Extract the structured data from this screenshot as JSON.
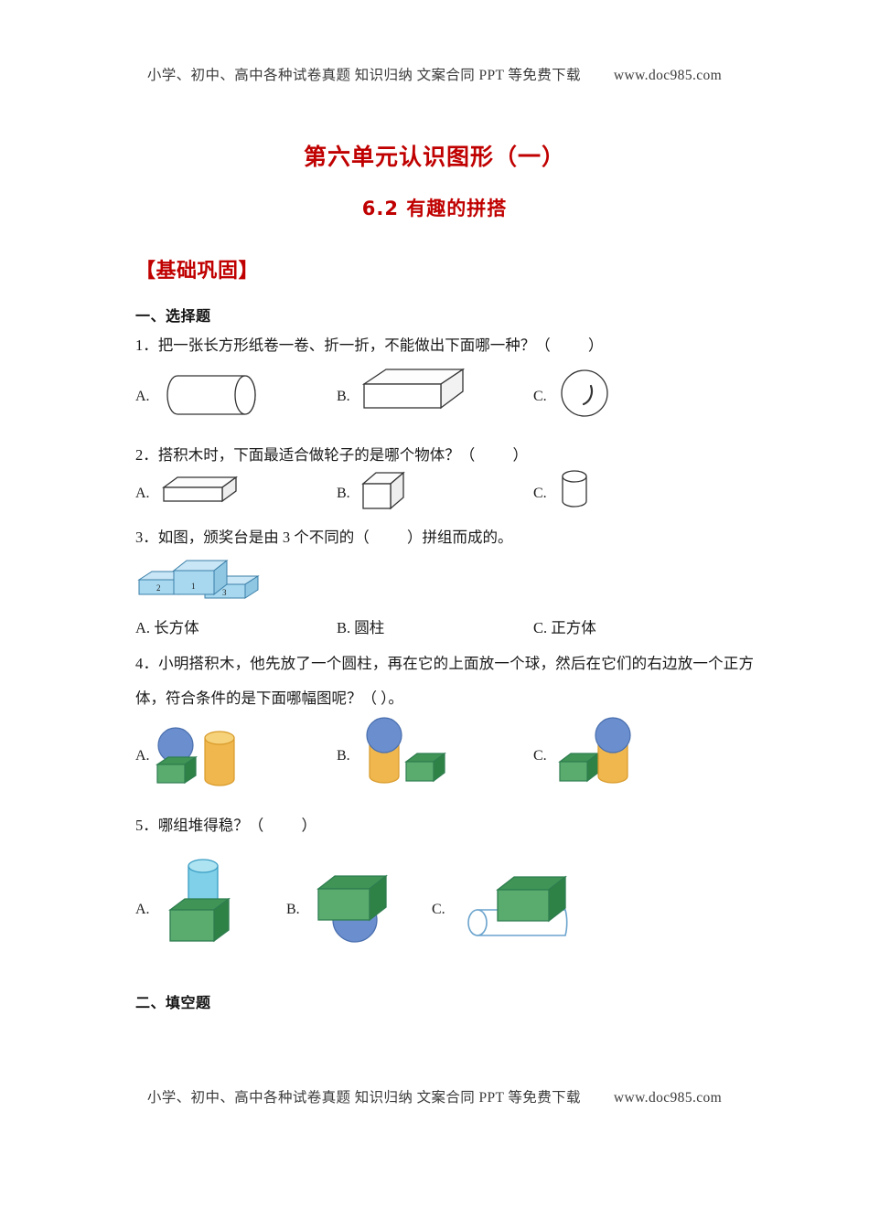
{
  "watermark": {
    "text": "小学、初中、高中各种试卷真题 知识归纳 文案合同 PPT 等免费下载",
    "url": "www.doc985.com"
  },
  "title": {
    "unit": "第六单元认识图形（一）",
    "lesson": "6.2 有趣的拼搭"
  },
  "sections": {
    "basic": "【基础巩固】",
    "choice": "一、选择题",
    "fill": "二、填空题"
  },
  "questions": [
    {
      "number": "1",
      "text": "1．把一张长方形纸卷一卷、折一折，不能做出下面哪一种？（          ）",
      "options": [
        {
          "label": "A.",
          "shape": "cylinder-horizontal"
        },
        {
          "label": "B.",
          "shape": "cuboid"
        },
        {
          "label": "C.",
          "shape": "sphere-outline"
        }
      ]
    },
    {
      "number": "2",
      "text": "2．搭积木时，下面最适合做轮子的是哪个物体？（          ）",
      "options": [
        {
          "label": "A.",
          "shape": "cuboid-flat"
        },
        {
          "label": "B.",
          "shape": "cube"
        },
        {
          "label": "C.",
          "shape": "cylinder-vertical"
        }
      ]
    },
    {
      "number": "3",
      "text": "3．如图，颁奖台是由 3 个不同的（          ）拼组而成的。",
      "podium": {
        "blocks": [
          "2",
          "1",
          "3"
        ],
        "color": "#a8d8ef"
      },
      "options": [
        {
          "label": "A.",
          "text": "长方体"
        },
        {
          "label": "B.",
          "text": "圆柱"
        },
        {
          "label": "C.",
          "text": "正方体"
        }
      ]
    },
    {
      "number": "4",
      "text": "4．小明搭积木，他先放了一个圆柱，再在它的上面放一个球，然后在它们的右边放一个正方体，符合条件的是下面哪幅图呢？（          ）。",
      "options": [
        {
          "label": "A.",
          "shape": "sphere-on-cube-with-cylinder-right"
        },
        {
          "label": "B.",
          "shape": "sphere-on-cylinder-with-cube-right"
        },
        {
          "label": "C.",
          "shape": "sphere-on-cylinder-with-cube-left"
        }
      ]
    },
    {
      "number": "5",
      "text": "5．哪组堆得稳？（          ）",
      "options": [
        {
          "label": "A.",
          "shape": "cylinder-on-cube"
        },
        {
          "label": "B.",
          "shape": "cube-on-sphere"
        },
        {
          "label": "C.",
          "shape": "cube-on-horizontal-cylinder"
        }
      ]
    }
  ],
  "colors": {
    "title_red": "#c00000",
    "green_front": "#5aac6e",
    "green_top": "#3f9456",
    "green_side": "#2f8246",
    "green_stroke": "#2e7d4f",
    "orange_front": "#f0b74e",
    "orange_top": "#f6d27a",
    "orange_stroke": "#d89a2a",
    "blue_sphere": "#6b8fce",
    "blue_sphere_stroke": "#4a6fae",
    "cyan_cyl": "#7fd0e8",
    "cyan_stroke": "#3b9dc4",
    "podium_blue": "#a8d8ef",
    "podium_stroke": "#3b7fa8",
    "outline": "#333333"
  }
}
